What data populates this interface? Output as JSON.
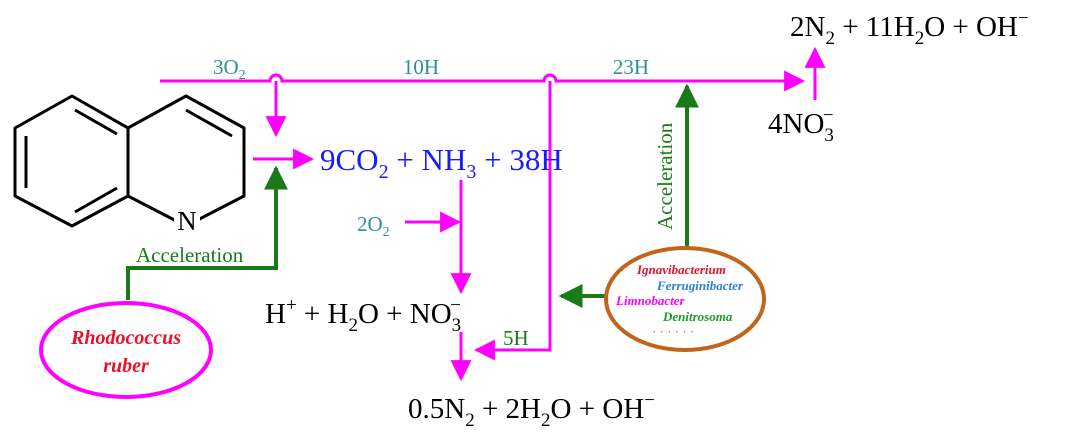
{
  "colors": {
    "magenta": "#ff00ff",
    "green": "#1a7a1a",
    "teal": "#2e9090",
    "blue": "#1a1aff",
    "black": "#000000",
    "red": "#e8102a",
    "brown": "#c0651a",
    "ferrug_blue": "#2f7fe0",
    "denitro_green": "#1b9a2c"
  },
  "labels": {
    "o2_3": "3O",
    "o2_3_sub": "2",
    "h10": "10H",
    "h23": "23H",
    "o2_2": "2O",
    "o2_2_sub": "2",
    "h5": "5H",
    "acceleration_left": "Acceleration",
    "acceleration_right": "Acceleration"
  },
  "molecule": {
    "atom_label": "N"
  },
  "products": {
    "top_right": {
      "c1": "2N",
      "s1": "2",
      "c2": " + 11H",
      "s2": "2",
      "c3": "O + OH",
      "sup": "−"
    },
    "nitrate_4": {
      "c1": "4NO",
      "sub": "3",
      "sup": "−"
    },
    "center": {
      "c1": "9CO",
      "s1": "2",
      "c2": " + NH",
      "s2": "3",
      "c3": " + 38H"
    },
    "mid_left": {
      "c1": "H",
      "sup1": "+",
      "c2": " + H",
      "s2": "2",
      "c3": "O + NO",
      "sub": "3",
      "sup": "−"
    },
    "bottom": {
      "c1": "0.5N",
      "s1": "2",
      "c2": " + 2H",
      "s2": "2",
      "c3": "O + OH",
      "sup": "−"
    }
  },
  "organisms": {
    "rhodococcus_line1": "Rhodococcus",
    "rhodococcus_line2": "ruber",
    "ignavibacterium": "Ignavibacterium",
    "ferruginibacter": "Ferruginibacter",
    "limnobacter": "Limnobacter",
    "denitrosoma": "Denitrosoma",
    "more": "· · · · · ·"
  }
}
